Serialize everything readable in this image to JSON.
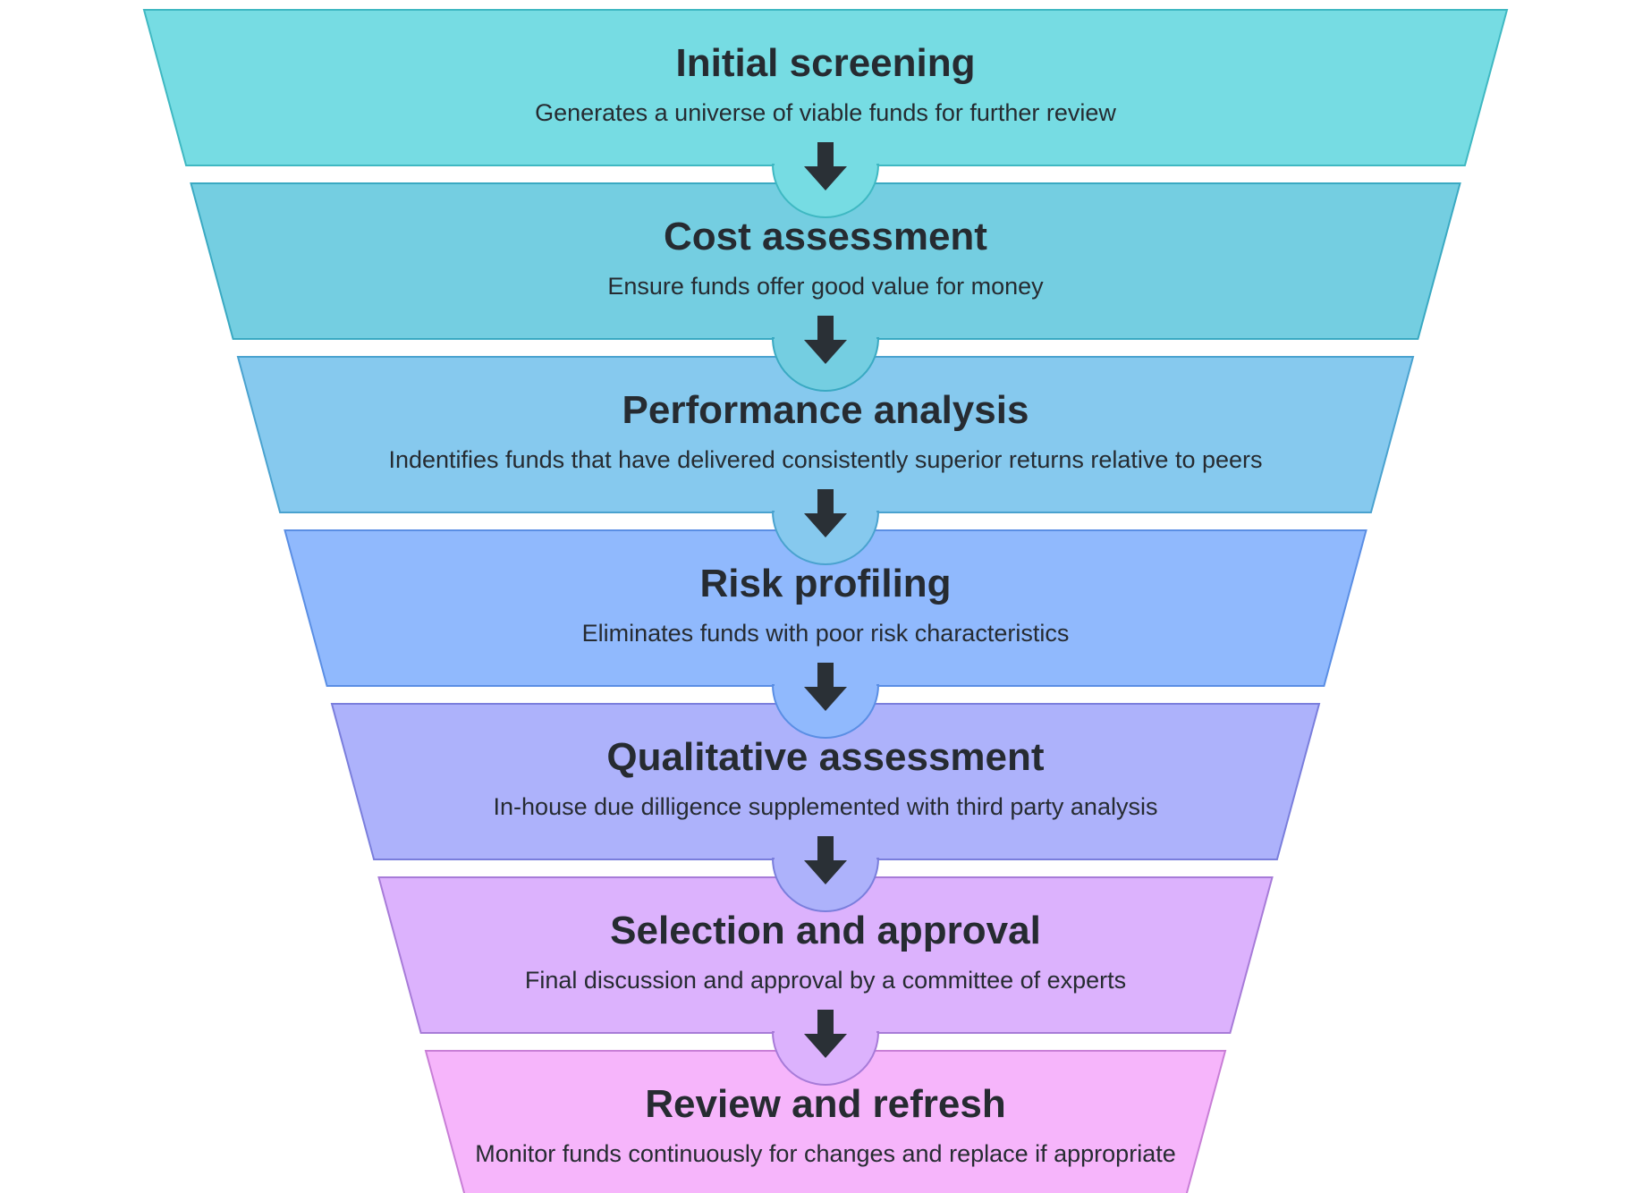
{
  "diagram": {
    "type": "funnel",
    "arrow_icon": "arrow-down-icon",
    "stages": [
      {
        "title": "Initial screening",
        "description": "Generates a universe of viable funds for further review",
        "fill": "#76dce3",
        "stroke": "#3fb8c2"
      },
      {
        "title": "Cost assessment",
        "description": "Ensure funds offer good value for money",
        "fill": "#74cee1",
        "stroke": "#3aa9c2"
      },
      {
        "title": "Performance analysis",
        "description": "Indentifies funds that have delivered consistently superior returns relative to peers",
        "fill": "#86c9ee",
        "stroke": "#4aa2cf"
      },
      {
        "title": "Risk profiling",
        "description": "Eliminates funds with poor risk characteristics",
        "fill": "#90b9fd",
        "stroke": "#5a8ee4"
      },
      {
        "title": "Qualitative assessment",
        "description": "In-house due dilligence supplemented with third party analysis",
        "fill": "#adb2fb",
        "stroke": "#7a7edc"
      },
      {
        "title": "Selection and approval",
        "description": "Final discussion and approval by a committee of experts",
        "fill": "#dcb2fd",
        "stroke": "#a77bd8"
      },
      {
        "title": "Review and refresh",
        "description": "Monitor funds continuously for changes and replace if appropriate",
        "fill": "#f6b5fb",
        "stroke": "#c87ed6"
      }
    ]
  }
}
